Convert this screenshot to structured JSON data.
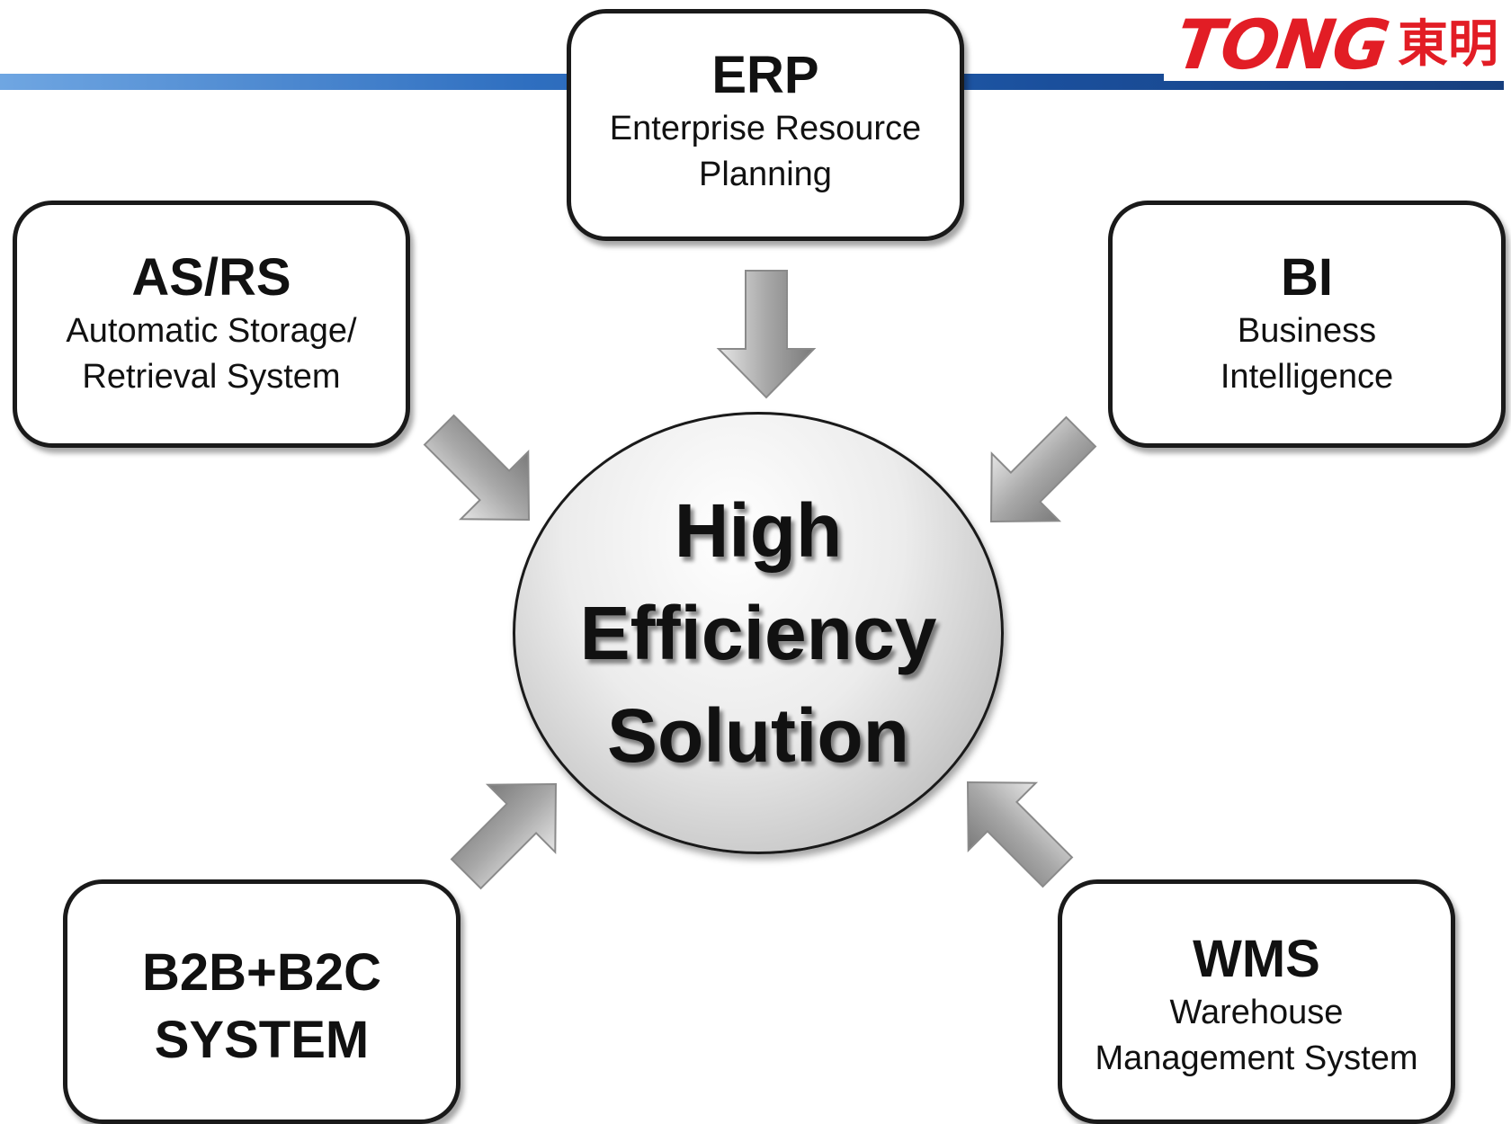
{
  "logo": {
    "brand": "TONG",
    "brand_cjk": "東明"
  },
  "center": {
    "lines": [
      "High",
      "Efficiency",
      "Solution"
    ]
  },
  "nodes": {
    "erp": {
      "abbr": "ERP",
      "desc": "Enterprise Resource\nPlanning"
    },
    "asrs": {
      "abbr": "AS/RS",
      "desc": "Automatic Storage/\nRetrieval System"
    },
    "bi": {
      "abbr": "BI",
      "desc": "Business\nIntelligence"
    },
    "b2b": {
      "lines": [
        "B2B+B2C",
        "SYSTEM"
      ]
    },
    "wms": {
      "abbr": "WMS",
      "desc": "Warehouse\nManagement System"
    }
  },
  "colors": {
    "brand_red": "#e21d25",
    "header_blue": "#1a4f9c",
    "arrow_gray": "#9a9a9a",
    "outline": "#1a1a1a"
  }
}
